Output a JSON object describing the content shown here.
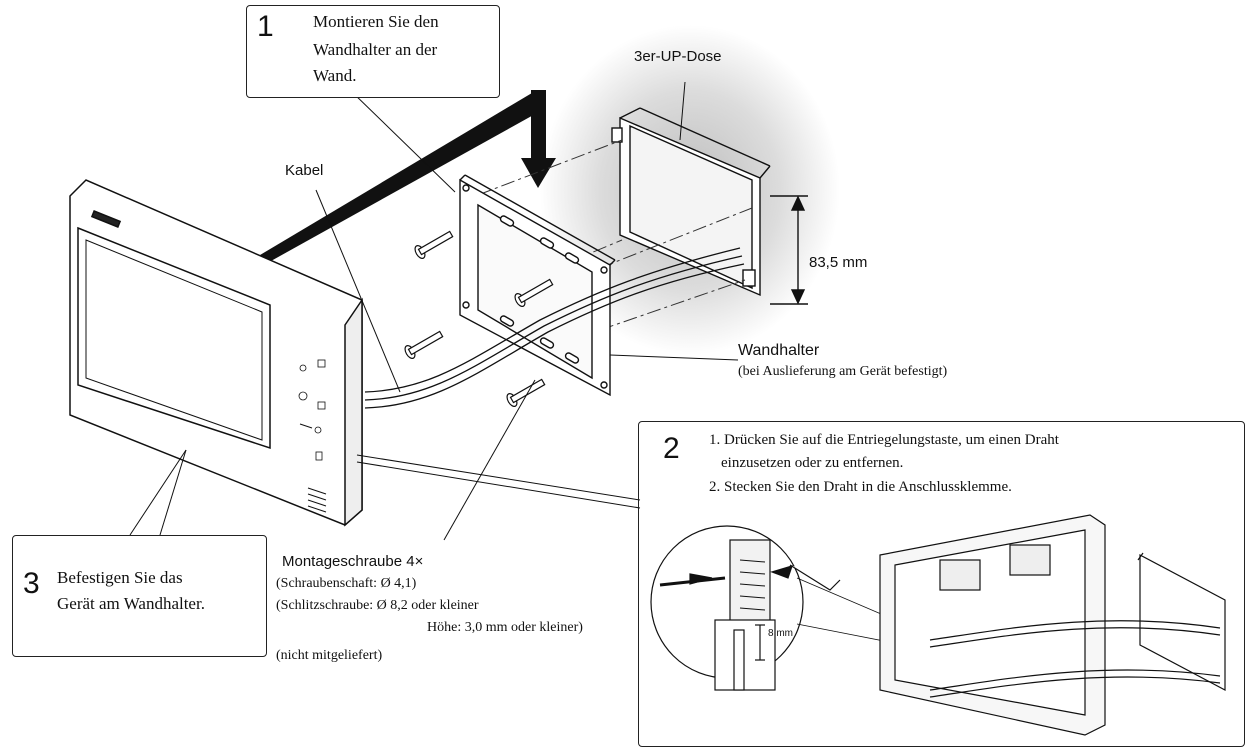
{
  "step1": {
    "number": "1",
    "lines": [
      "Montieren Sie den",
      "Wandhalter an der",
      "Wand."
    ]
  },
  "step2": {
    "number": "2",
    "instructions": [
      "1. Drücken Sie auf die Entriegelungstaste, um einen Draht",
      "einzusetzen oder zu entfernen.",
      "2. Stecken Sie den Draht in die Anschlussklemme."
    ],
    "wire_strip_length": "8 mm"
  },
  "step3": {
    "number": "3",
    "lines": [
      "Befestigen Sie das",
      "Gerät am Wandhalter."
    ]
  },
  "labels": {
    "box": "3er-UP-Dose",
    "cable": "Kabel",
    "dimension": "83,5 mm",
    "bracket_title": "Wandhalter",
    "bracket_note": "(bei Auslieferung am Gerät befestigt)",
    "screw_title": "Montageschraube 4×",
    "screw_spec1": "(Schraubenschaft: Ø 4,1)",
    "screw_spec2": "(Schlitzschraube: Ø 8,2 oder kleiner",
    "screw_spec3": "Höhe: 3,0 mm oder kleiner)",
    "screw_note": "(nicht mitgeliefert)"
  }
}
